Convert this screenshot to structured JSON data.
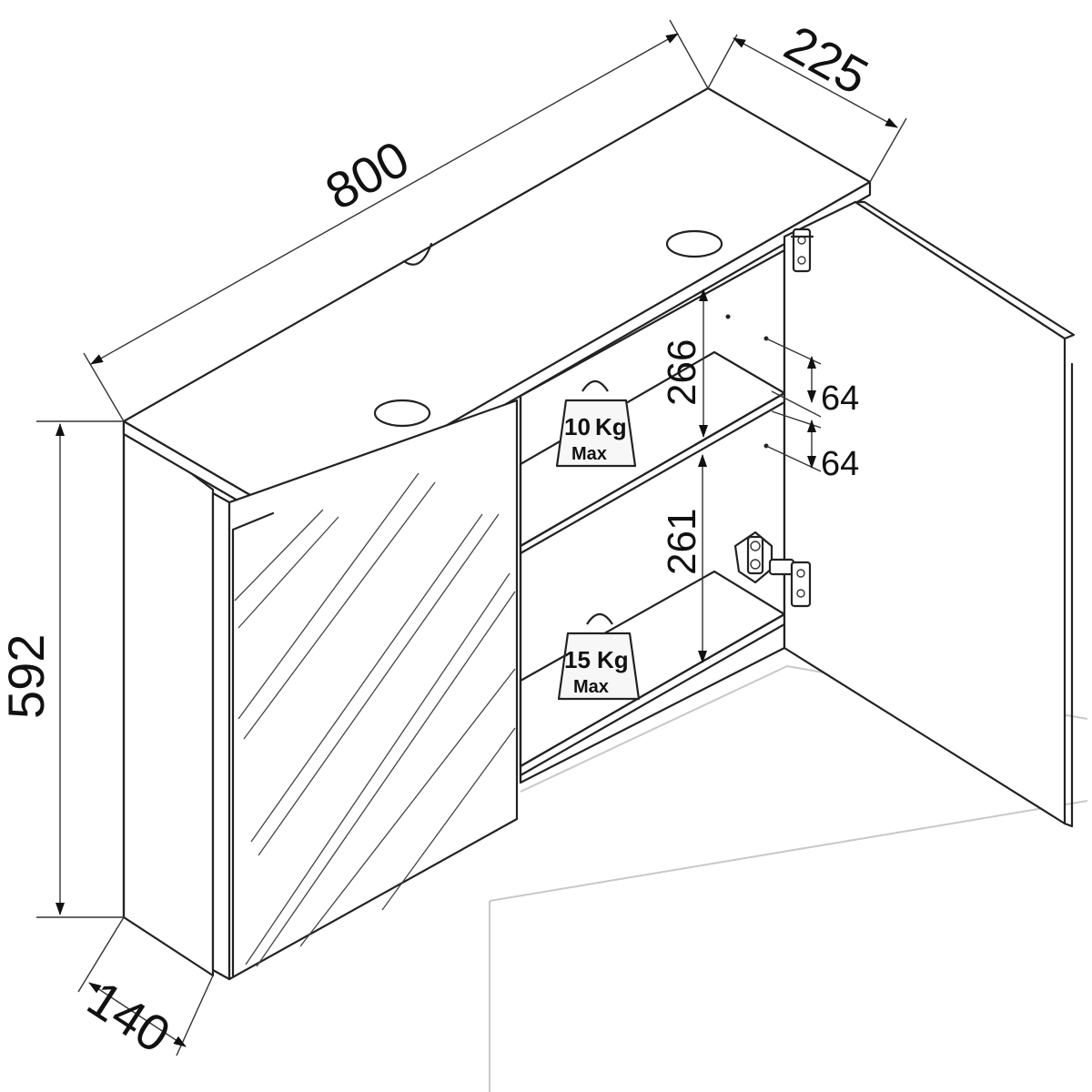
{
  "dimensions": {
    "width": "800",
    "depth_top": "225",
    "height": "592",
    "depth_bottom": "140",
    "shelf_gap_upper": "266",
    "shelf_gap_lower": "261",
    "hole_spacing_1": "64",
    "hole_spacing_2": "64"
  },
  "weights": {
    "upper": {
      "value": "10",
      "unit": "Kg",
      "max": "Max"
    },
    "lower": {
      "value": "15",
      "unit": "Kg",
      "max": "Max"
    }
  }
}
